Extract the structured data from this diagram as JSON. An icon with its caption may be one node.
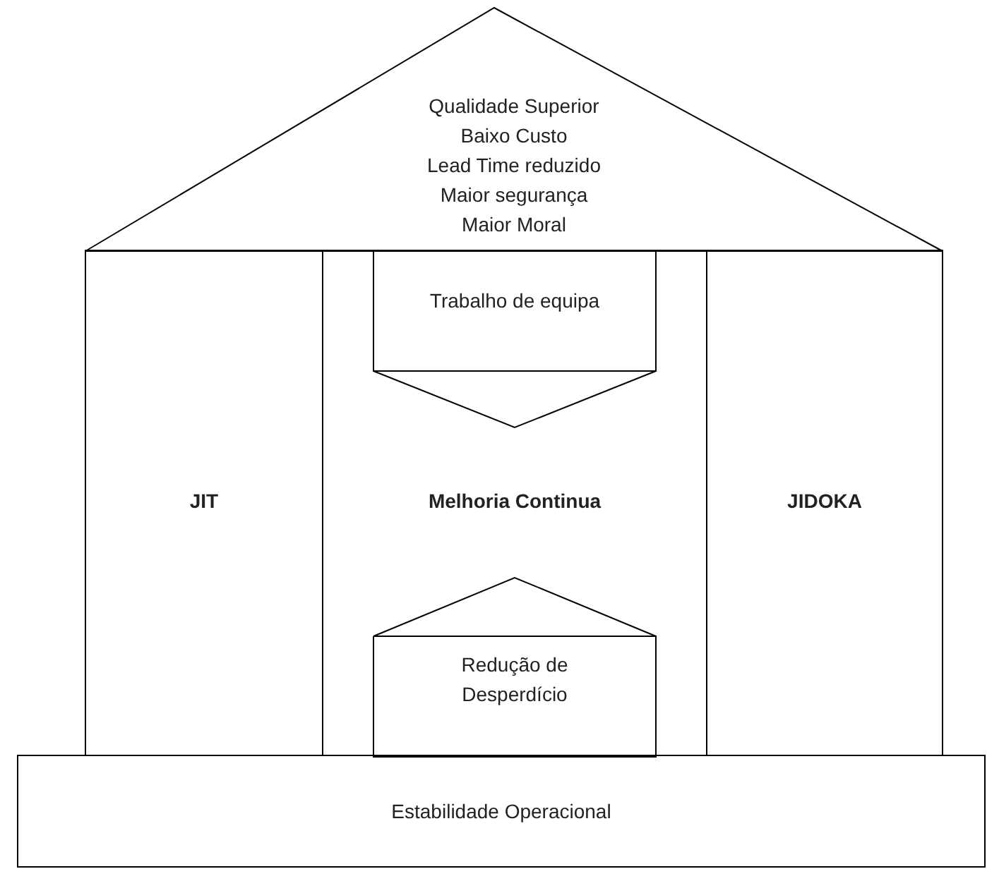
{
  "diagram": {
    "nodes": [
      {
        "text": [
          "Qualidade Superior",
          "Baixo Custo",
          "Lead Time reduzido",
          "Maior segurança",
          "Maior Moral"
        ]
      },
      {
        "text": [
          "JIT"
        ]
      },
      {
        "text": [
          "Melhoria Continua"
        ]
      },
      {
        "text": [
          "Trabalho de equipa"
        ],
        "in": 2
      },
      {
        "text": [
          "Redução de Desperdício"
        ],
        "in": 2
      },
      {
        "text": [
          "JIDOKA"
        ]
      },
      {
        "text": [
          "Estabilidade Operacional"
        ]
      }
    ]
  }
}
